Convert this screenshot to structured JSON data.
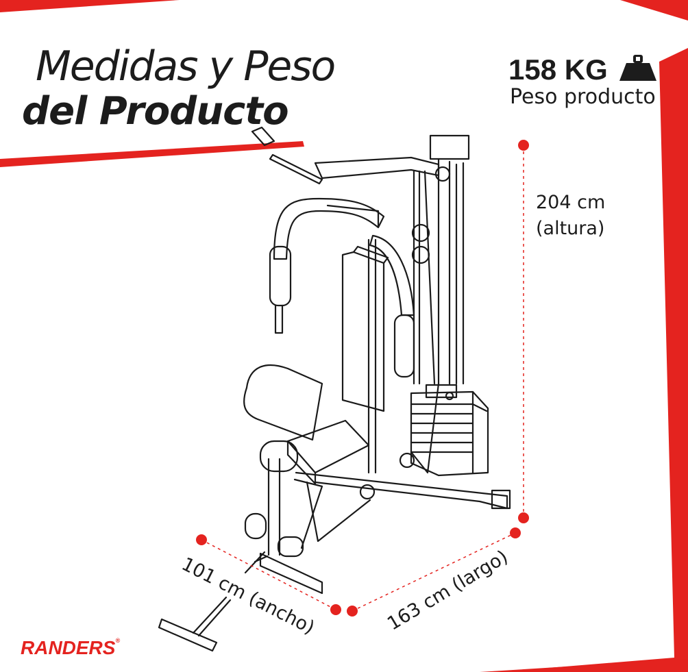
{
  "title": {
    "line1": "Medidas y Peso",
    "line2": "del Producto"
  },
  "weight": {
    "value": "158 KG",
    "label": "Peso producto",
    "icon": "weight-icon"
  },
  "dimensions": {
    "height_line1": "204 cm",
    "height_line2": "(altura)",
    "width": "101 cm (ancho)",
    "length": "163 cm (largo)"
  },
  "brand": {
    "name": "RANDERS",
    "mark": "®"
  },
  "colors": {
    "accent": "#e4231f",
    "text": "#1c1c1c",
    "line": "#1a1a1a",
    "background": "#ffffff"
  }
}
